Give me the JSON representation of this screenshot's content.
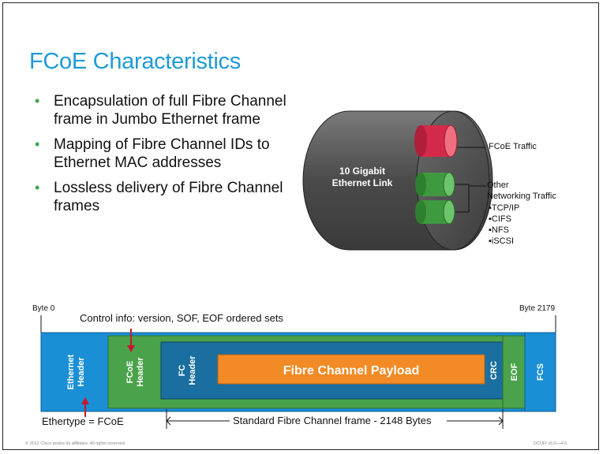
{
  "title": "FCoE Characteristics",
  "bullets": [
    {
      "text": "Encapsulation of full Fibre Channel frame in Jumbo Ethernet frame"
    },
    {
      "text": "Mapping of Fibre Channel IDs to Ethernet MAC addresses"
    },
    {
      "text": "Lossless delivery of Fibre Channel frames"
    }
  ],
  "cable": {
    "label_line1": "10 Gigabit",
    "label_line2": "Ethernet Link",
    "fcoe_traffic": "FCoE Traffic",
    "other_line1": "Other",
    "other_line2": "Networking Traffic",
    "protocols": [
      "▪TCP/IP",
      "▪CIFS",
      "▪NFS",
      "▪iSCSI"
    ]
  },
  "frame": {
    "byte_start": "Byte 0",
    "byte_end": "Byte 2179",
    "control_info": "Control info:  version, SOF, EOF ordered sets",
    "ethernet_header": [
      "Ethernet",
      "Header"
    ],
    "fcoe_header": [
      "FCoE",
      "Header"
    ],
    "fc_header": [
      "FC",
      "Header"
    ],
    "payload": "Fibre Channel Payload",
    "crc": "CRC",
    "eof": "EOF",
    "fcs": "FCS",
    "ethertype": "Ethertype = FCoE",
    "standard_frame": "Standard Fibre Channel frame - 2148 Bytes"
  },
  "footer": {
    "left": "© 2012 Cisco and/or its affiliates. All rights reserved.",
    "right": "DCUFI v5.0—4-5"
  },
  "colors": {
    "title_blue": "#1e9bd7",
    "bullet_green": "#3aa655",
    "ethernet_blue": "#1a8fd6",
    "fcoe_green": "#4aa24a",
    "fc_blue": "#1a6fa0",
    "payload_orange": "#f28a25",
    "fcoe_red": "#d42a4a",
    "cable_gray": "#5a5a5a"
  }
}
